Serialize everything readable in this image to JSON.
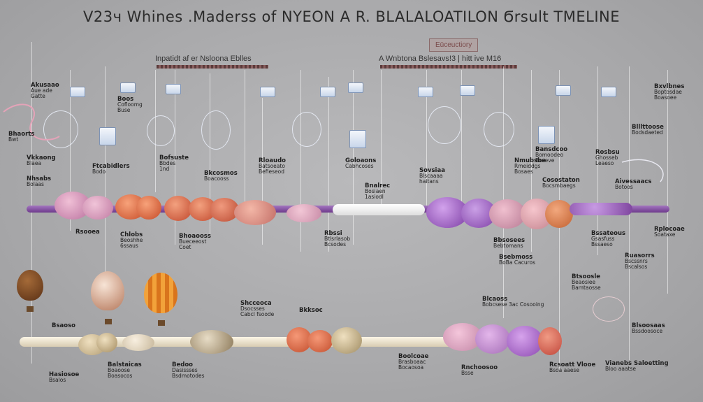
{
  "header": {
    "title": "V23ч Whines .Maderss of NYEON A R. BLALALOATILON Ϭrsult TMELINE",
    "subtitle_left": "Inpatidt af er Nsloona Eblles",
    "subtitle_center": "A Wnbtona Bslesavs!3 | hitt ive M16",
    "boxed_label": "Eüceuctiory"
  },
  "labels_upper": [
    {
      "id": "u1",
      "h": "Akusaao",
      "t": "Aue ade\nGatte"
    },
    {
      "id": "u2",
      "h": "Boos",
      "t": "Cofloomg\nBuse"
    },
    {
      "id": "u3",
      "h": "Bofsuste",
      "t": "Bbdes\n1nd"
    },
    {
      "id": "u4",
      "h": "Ftcabidlers",
      "t": "Bodo"
    },
    {
      "id": "u5",
      "h": "Bkcosmos",
      "t": "Boacooss"
    },
    {
      "id": "u6",
      "h": "Rloaudo",
      "t": "Batsoeato\nBefieseod"
    },
    {
      "id": "u7",
      "h": "Goloaons",
      "t": "Cabhcoses"
    },
    {
      "id": "u8",
      "h": "Bnalrec",
      "t": "Bosiaen\n1asiodl"
    },
    {
      "id": "u9",
      "h": "Sovsiaa",
      "t": "Blscaaaa\nhaitans"
    },
    {
      "id": "u10",
      "h": "Nmubsbe",
      "t": "Rmeiddgs\nBosaes"
    },
    {
      "id": "u11",
      "h": "Rosbsu",
      "t": "Ghosseb\nLeaeso"
    },
    {
      "id": "u12",
      "h": "Bansdcoo",
      "t": "Bomoodeo\nBoseve"
    },
    {
      "id": "u13",
      "h": "Bxvlbnes",
      "t": "Boptosdae\nBoasoee"
    },
    {
      "id": "u14",
      "h": "Cosostaton",
      "t": "Bocsmbaegs"
    },
    {
      "id": "u15",
      "h": "Aivessaacs",
      "t": "Botoos"
    },
    {
      "id": "u16",
      "h": "Blllttoose",
      "t": "Bodsdaeted"
    }
  ],
  "labels_left": [
    {
      "id": "l1",
      "h": "Bhaorts",
      "t": "Bwt"
    },
    {
      "id": "l2",
      "h": "Vkkaong",
      "t": "Blaea"
    },
    {
      "id": "l3",
      "h": "Nhsabs",
      "t": "Bolaas"
    }
  ],
  "labels_middle": [
    {
      "id": "m1",
      "h": "Rsooea",
      "t": ""
    },
    {
      "id": "m2",
      "h": "Chlobs",
      "t": "Beoshhe\n6ssaus"
    },
    {
      "id": "m3",
      "h": "Bhoaooss",
      "t": "Bueceeost\nCoet"
    },
    {
      "id": "m4",
      "h": "Rbssi",
      "t": "Btlsrlasob\nBcsodes"
    },
    {
      "id": "m5",
      "h": "Bsebmoss",
      "t": "BoBa Cacuros"
    },
    {
      "id": "m6",
      "h": "Bbsosees",
      "t": "Bebtomans"
    },
    {
      "id": "m7",
      "h": "Bssateous",
      "t": "Gsasfuss\nBssaeso"
    },
    {
      "id": "m8",
      "h": "Rplocoae",
      "t": "Soataxe"
    }
  ],
  "labels_lower": [
    {
      "id": "d1",
      "h": "Bsaoso",
      "t": ""
    },
    {
      "id": "d2",
      "h": "Shcceoca",
      "t": "Dsocsses\nCabcl fsoode"
    },
    {
      "id": "d3",
      "h": "Bkksoc",
      "t": ""
    },
    {
      "id": "d4",
      "h": "Blcaoss",
      "t": "Bobcsese 3ac Cosooing"
    },
    {
      "id": "d5",
      "h": "Btsoosle",
      "t": "Beaosiee\nBamtaosse"
    },
    {
      "id": "d6",
      "h": "Ruasorrs",
      "t": "Bscssnrs\nBscalsos"
    },
    {
      "id": "d7",
      "h": "Balstaicas",
      "t": "Boaoose\nBoasocos"
    },
    {
      "id": "d8",
      "h": "Bedoo",
      "t": "Dasissses\nBsdmotodes"
    },
    {
      "id": "d9",
      "h": "Rnchoosoo",
      "t": "Bsse"
    },
    {
      "id": "d10",
      "h": "Rcsoatt Vlooe",
      "t": "Bsoa aaese"
    },
    {
      "id": "d11",
      "h": "Vianebs Saloetting",
      "t": "Bloo aaatse"
    },
    {
      "id": "d12",
      "h": "Boolcoae",
      "t": "Brasboaac\nBocaosoa"
    },
    {
      "id": "d13",
      "h": "Hasiosoe",
      "t": "Bsalos"
    },
    {
      "id": "d14",
      "h": "Blsoosaas",
      "t": "Bssdoosoce"
    }
  ],
  "colors": {
    "background": "#aaaaac",
    "tube_purple": "#8a4fa8",
    "blob_orange": "#d8693f",
    "blob_pink": "#d89bb8",
    "blob_violet": "#9a5cc0",
    "tube_cream": "#efe6d4",
    "balloon_orange": "#e88a1f",
    "balloon_brown": "#7a4a25"
  }
}
